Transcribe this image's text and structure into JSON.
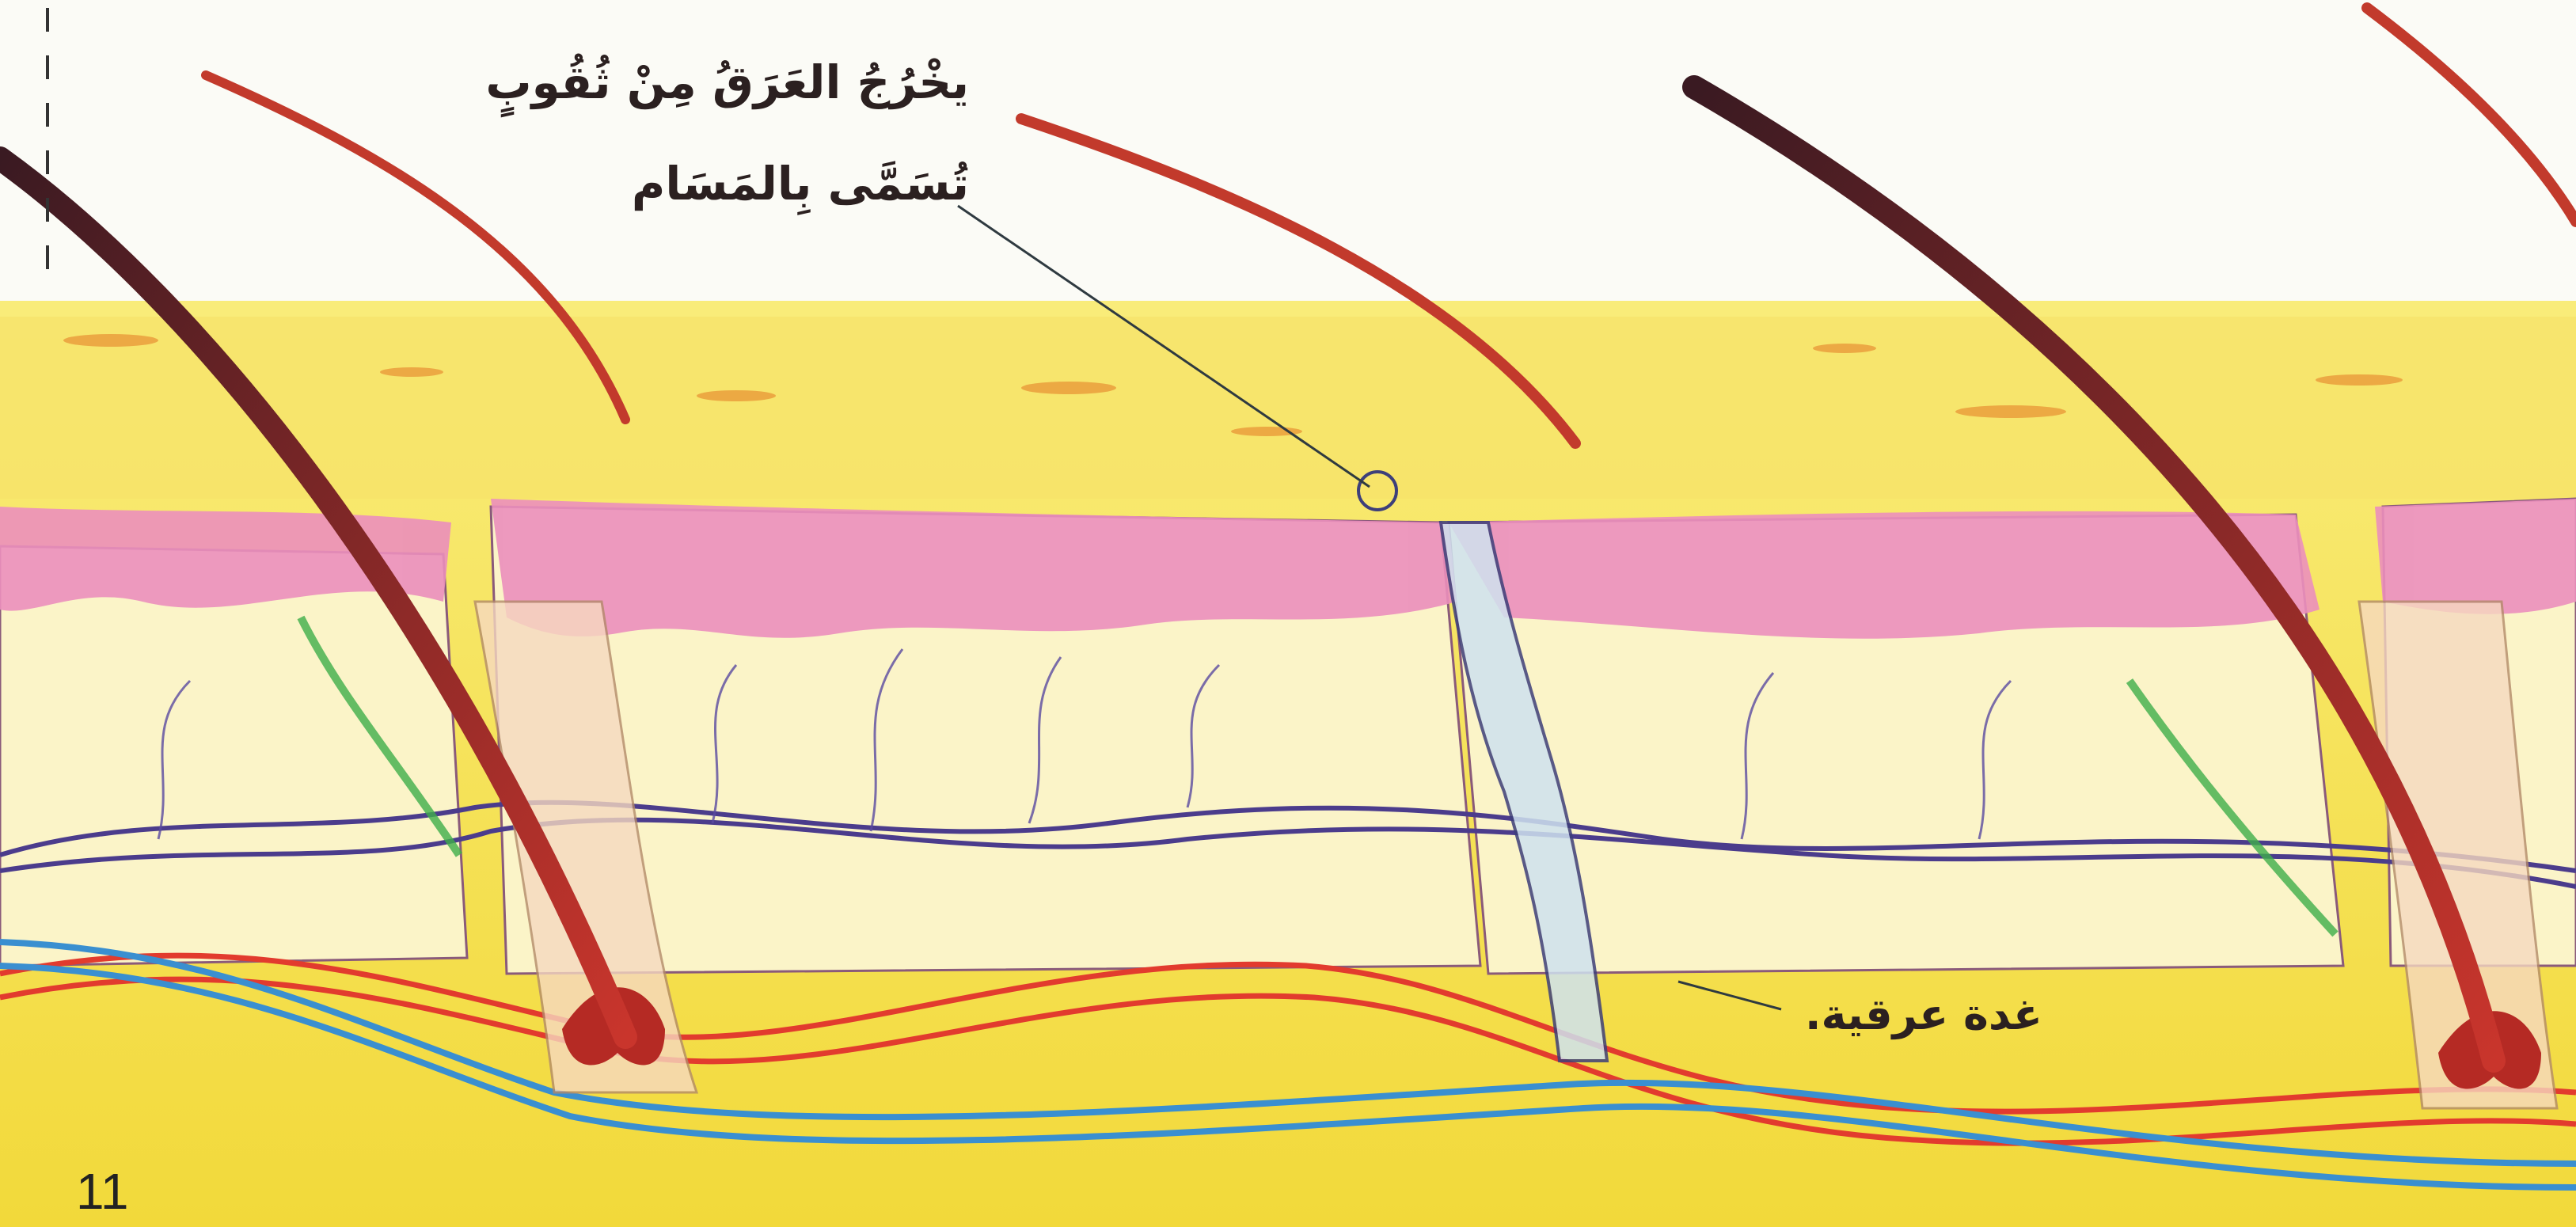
{
  "labels": {
    "pore_line1": "يخْرُجُ العَرَقُ مِنْ ثُقُوبٍ",
    "pore_line2": "تُسَمَّى بِالمَسَام",
    "sweat_gland": "غدة عرقية."
  },
  "page_number": "11",
  "colors": {
    "background": "#fbfbf6",
    "fat_layer": "#f6e64a",
    "dermis": "#fbf3c4",
    "epidermis": "#e98bb6",
    "hair": "#b8322e",
    "artery": "#e23b2e",
    "vein": "#3a8fd0",
    "nerve": "#4b3c8c",
    "muscle": "#3fae4a"
  }
}
